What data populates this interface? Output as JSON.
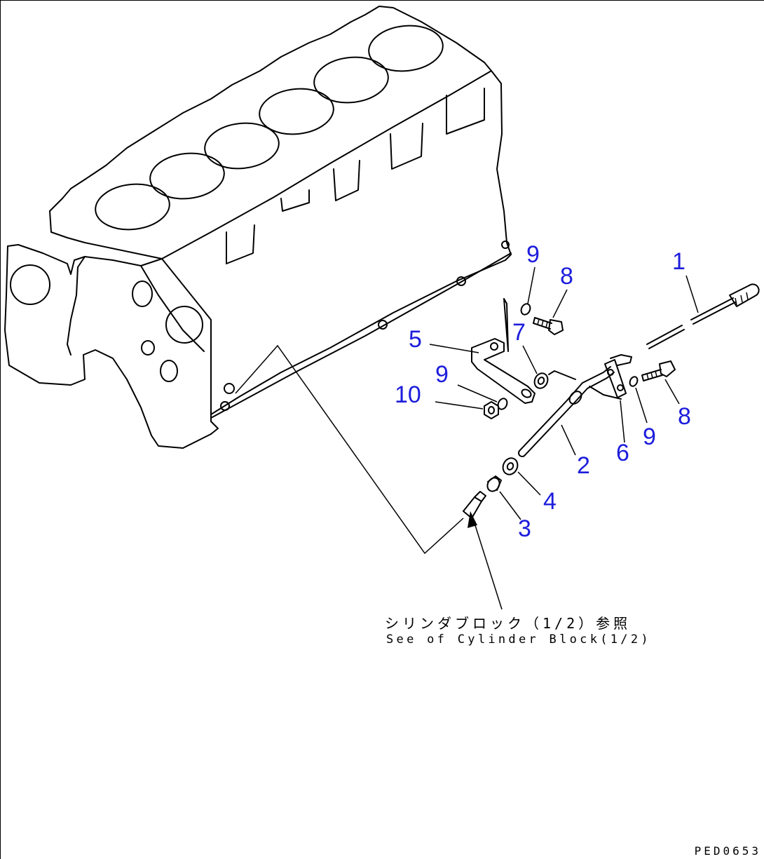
{
  "callouts": {
    "c1": "1",
    "c2": "2",
    "c3": "3",
    "c4": "4",
    "c5": "5",
    "c6": "6",
    "c7": "7",
    "c8a": "8",
    "c8b": "8",
    "c9a": "9",
    "c9b": "9",
    "c9c": "9",
    "c10": "10"
  },
  "note": {
    "japanese": "シリンダブロック（1/2）参照",
    "english": "See of Cylinder Block(1/2)"
  },
  "drawing_code": "PED0653",
  "colors": {
    "callout": "#1d1ddc",
    "line": "#000000",
    "background": "#ffffff"
  }
}
